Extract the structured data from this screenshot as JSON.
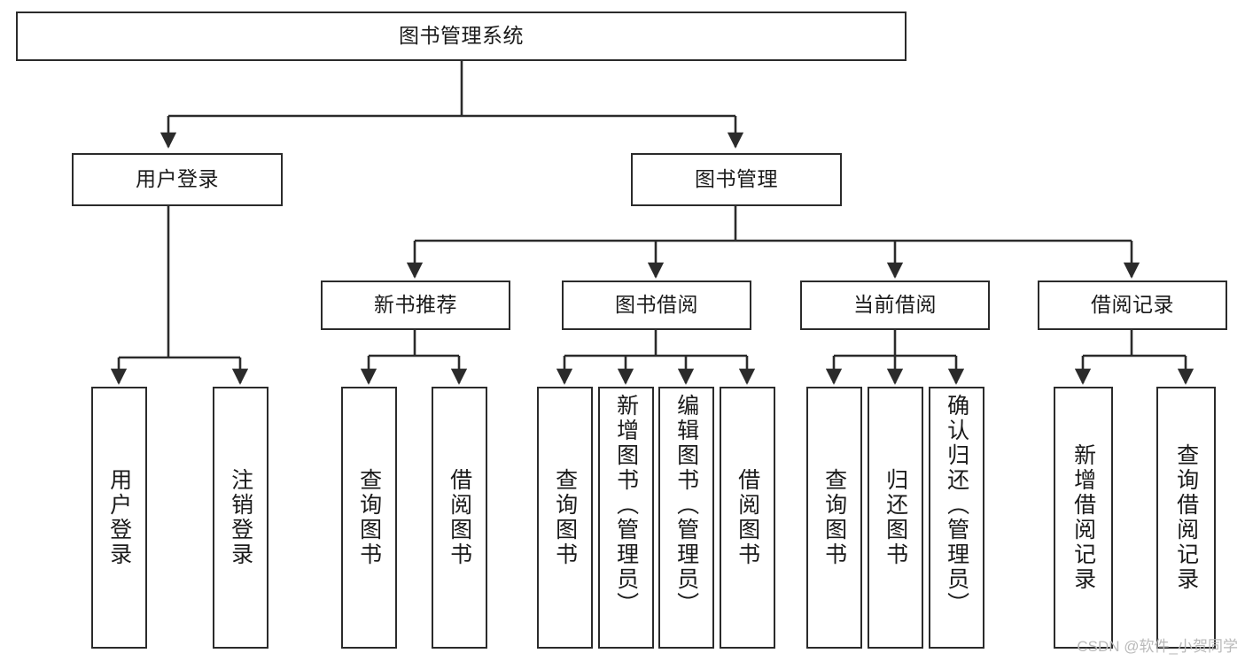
{
  "meta": {
    "title": "图书管理系统功能结构图",
    "watermark": "CSDN @软件_小贺同学",
    "colors": {
      "background": "#ffffff",
      "node_border": "#2b2b2b",
      "node_fill": "#ffffff",
      "edge": "#2b2b2b",
      "text": "#1a1a1a",
      "watermark": "#b9b9b9"
    }
  },
  "chart_data": {
    "type": "diagram",
    "subtype": "tree",
    "orientation": "top-down",
    "title": "图书管理系统",
    "levels": 4,
    "node_count": 18,
    "edge_style": "orthogonal-elbow-with-arrowhead",
    "nodes": [
      {
        "id": "n0",
        "label": "图书管理系统",
        "level": 0,
        "parent": null,
        "text_direction": "horizontal"
      },
      {
        "id": "n1",
        "label": "用户登录",
        "level": 1,
        "parent": "n0",
        "text_direction": "horizontal"
      },
      {
        "id": "n2",
        "label": "图书管理",
        "level": 1,
        "parent": "n0",
        "text_direction": "horizontal"
      },
      {
        "id": "n3",
        "label": "用户登录",
        "level": 2,
        "parent": "n1",
        "text_direction": "vertical"
      },
      {
        "id": "n4",
        "label": "注销登录",
        "level": 2,
        "parent": "n1",
        "text_direction": "vertical"
      },
      {
        "id": "n5",
        "label": "新书推荐",
        "level": 2,
        "parent": "n2",
        "text_direction": "horizontal"
      },
      {
        "id": "n6",
        "label": "图书借阅",
        "level": 2,
        "parent": "n2",
        "text_direction": "horizontal"
      },
      {
        "id": "n7",
        "label": "当前借阅",
        "level": 2,
        "parent": "n2",
        "text_direction": "horizontal"
      },
      {
        "id": "n8",
        "label": "借阅记录",
        "level": 2,
        "parent": "n2",
        "text_direction": "horizontal"
      },
      {
        "id": "n9",
        "label": "查询图书",
        "level": 3,
        "parent": "n5",
        "text_direction": "vertical"
      },
      {
        "id": "n10",
        "label": "借阅图书",
        "level": 3,
        "parent": "n5",
        "text_direction": "vertical"
      },
      {
        "id": "n11",
        "label": "查询图书",
        "level": 3,
        "parent": "n6",
        "text_direction": "vertical"
      },
      {
        "id": "n12",
        "label": "新增图书（管理员）",
        "level": 3,
        "parent": "n6",
        "text_direction": "vertical"
      },
      {
        "id": "n13",
        "label": "编辑图书（管理员）",
        "level": 3,
        "parent": "n6",
        "text_direction": "vertical"
      },
      {
        "id": "n14",
        "label": "借阅图书",
        "level": 3,
        "parent": "n6",
        "text_direction": "vertical"
      },
      {
        "id": "n15",
        "label": "查询图书",
        "level": 3,
        "parent": "n7",
        "text_direction": "vertical"
      },
      {
        "id": "n16",
        "label": "归还图书",
        "level": 3,
        "parent": "n7",
        "text_direction": "vertical"
      },
      {
        "id": "n17",
        "label": "确认归还（管理员）",
        "level": 3,
        "parent": "n7",
        "text_direction": "vertical"
      },
      {
        "id": "n18",
        "label": "新增借阅记录",
        "level": 3,
        "parent": "n8",
        "text_direction": "vertical"
      },
      {
        "id": "n19",
        "label": "查询借阅记录",
        "level": 3,
        "parent": "n8",
        "text_direction": "vertical"
      }
    ]
  },
  "nodes": {
    "n0": {
      "label": "图书管理系统"
    },
    "n1": {
      "label": "用户登录"
    },
    "n2": {
      "label": "图书管理"
    },
    "n3": {
      "label": "用户登录"
    },
    "n4": {
      "label": "注销登录"
    },
    "n5": {
      "label": "新书推荐"
    },
    "n6": {
      "label": "图书借阅"
    },
    "n7": {
      "label": "当前借阅"
    },
    "n8": {
      "label": "借阅记录"
    },
    "n9": {
      "label": "查询图书"
    },
    "n10": {
      "label": "借阅图书"
    },
    "n11": {
      "label": "查询图书"
    },
    "n12": {
      "label": "新增图书（管理员）"
    },
    "n13": {
      "label": "编辑图书（管理员）"
    },
    "n14": {
      "label": "借阅图书"
    },
    "n15": {
      "label": "查询图书"
    },
    "n16": {
      "label": "归还图书"
    },
    "n17": {
      "label": "确认归还（管理员）"
    },
    "n18": {
      "label": "新增借阅记录"
    },
    "n19": {
      "label": "查询借阅记录"
    }
  }
}
